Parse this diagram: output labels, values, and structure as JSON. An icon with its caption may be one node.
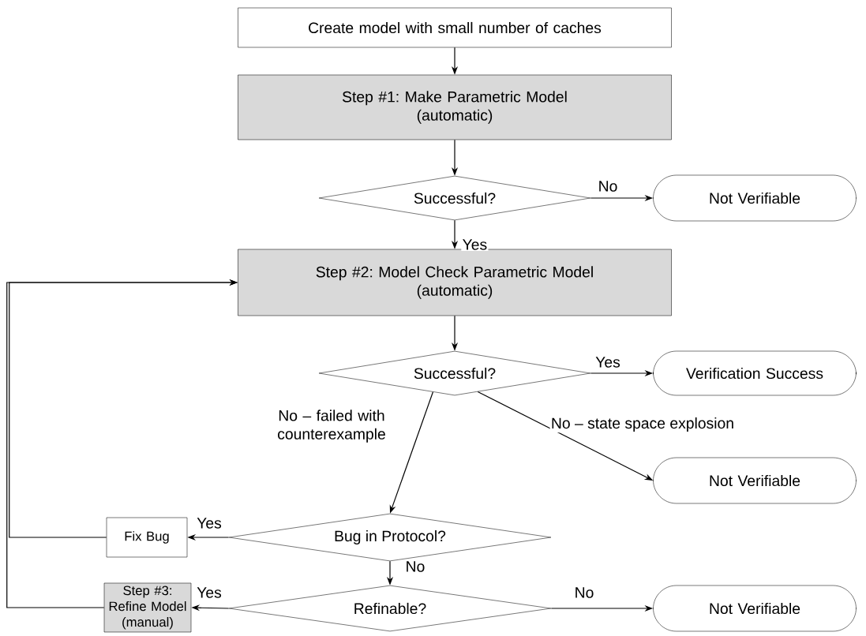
{
  "diagram": {
    "nodes": [
      {
        "text": [
          "Create model with small number of caches"
        ]
      },
      {
        "text": [
          "Step #1: Make Parametric Model",
          "(automatic)"
        ]
      },
      {
        "text": [
          "Successful?"
        ]
      },
      {
        "text": [
          "Not Verifiable"
        ]
      },
      {
        "text": [
          "Step #2: Model Check Parametric Model",
          "(automatic)"
        ]
      },
      {
        "text": [
          "Successful?"
        ]
      },
      {
        "text": [
          "Verification Success"
        ]
      },
      {
        "text": [
          "Not Verifiable"
        ]
      },
      {
        "text": [
          "Fix Bug"
        ]
      },
      {
        "text": [
          "Bug in Protocol?"
        ]
      },
      {
        "text": [
          "Step #3: Refine Model (manual)"
        ]
      },
      {
        "text": [
          "Refinable?"
        ]
      },
      {
        "text": [
          "Not Verifiable"
        ]
      }
    ],
    "edges": [
      {
        "from": 0,
        "to": 1,
        "arrow": "to"
      },
      {
        "from": 1,
        "to": 2,
        "arrow": "to"
      },
      {
        "from": 2,
        "to": 3,
        "arrow": "to",
        "label": "No"
      },
      {
        "from": 2,
        "to": 4,
        "arrow": "to",
        "label": "Yes"
      },
      {
        "from": 4,
        "to": 5,
        "arrow": "to"
      },
      {
        "from": 5,
        "to": 6,
        "arrow": "to",
        "label": "Yes"
      },
      {
        "from": 5,
        "to": 9,
        "arrow": "to",
        "label": "No – failed with counterexample"
      },
      {
        "from": 5,
        "to": 7,
        "arrow": "to",
        "label": "No – state space explosion"
      },
      {
        "from": 9,
        "to": 8,
        "arrow": "to",
        "label": "Yes"
      },
      {
        "from": 9,
        "to": 11,
        "arrow": "to",
        "label": "No"
      },
      {
        "from": 11,
        "to": 10,
        "arrow": "to",
        "label": "Yes"
      },
      {
        "from": 11,
        "to": 12,
        "arrow": "to",
        "label": "No"
      },
      {
        "from": 8,
        "to": 4,
        "arrow": "to"
      },
      {
        "from": 10,
        "to": 4,
        "arrow": "to"
      }
    ]
  }
}
